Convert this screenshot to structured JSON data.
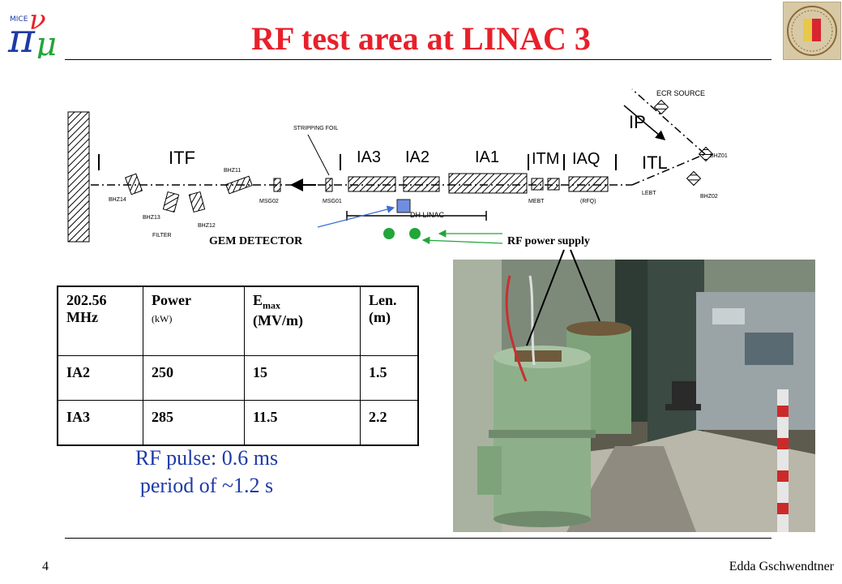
{
  "slide": {
    "title": "RF test area at LINAC 3",
    "page_number": "4",
    "author": "Edda Gschwendtner"
  },
  "diagram": {
    "labels": {
      "ecr_source": "ECR SOURCE",
      "ip": "IP",
      "itl": "ITL",
      "iaq": "IAQ",
      "itm": "ITM",
      "ia1": "IA1",
      "ia2": "IA2",
      "ia3": "IA3",
      "itf": "ITF",
      "stripping_foil": "STRIPPING FOIL",
      "bhz01": "BHZ01",
      "bhz02": "BHZ02",
      "bhz11": "BHZ11",
      "bhz12": "BHZ12",
      "bhz13": "BHZ13",
      "bhz14": "BHZ14",
      "filter": "FILTER",
      "msg02": "MSG02",
      "msg01": "MSG01",
      "lebt": "LEBT",
      "mebt": "MEBT",
      "rfq": "(RFQ)",
      "dh_linac": "DH LINAC",
      "gem_detector": "GEM DETECTOR",
      "rf_power_supply": "RF power supply"
    },
    "colors": {
      "marker_square": "#6e8fe0",
      "marker_dots": "#22a53a",
      "arrows_blue": "#3a6fd8",
      "arrows_green": "#22a53a"
    }
  },
  "table": {
    "header": {
      "freq": "202.56 MHz",
      "power": "Power",
      "power_unit": "(kW)",
      "emax_main": "E",
      "emax_sub": "max",
      "emax_unit": "(MV/m)",
      "len": "Len.",
      "len_unit": "(m)"
    },
    "rows": [
      {
        "name": "IA2",
        "power": "250",
        "emax": "15",
        "len": "1.5"
      },
      {
        "name": "IA3",
        "power": "285",
        "emax": "11.5",
        "len": "2.2"
      }
    ]
  },
  "pulse": {
    "line1": "RF pulse: 0.6 ms",
    "line2": "period of ~1.2 s"
  },
  "colors": {
    "title": "#e8202a",
    "pulse_text": "#1f3aa6"
  }
}
